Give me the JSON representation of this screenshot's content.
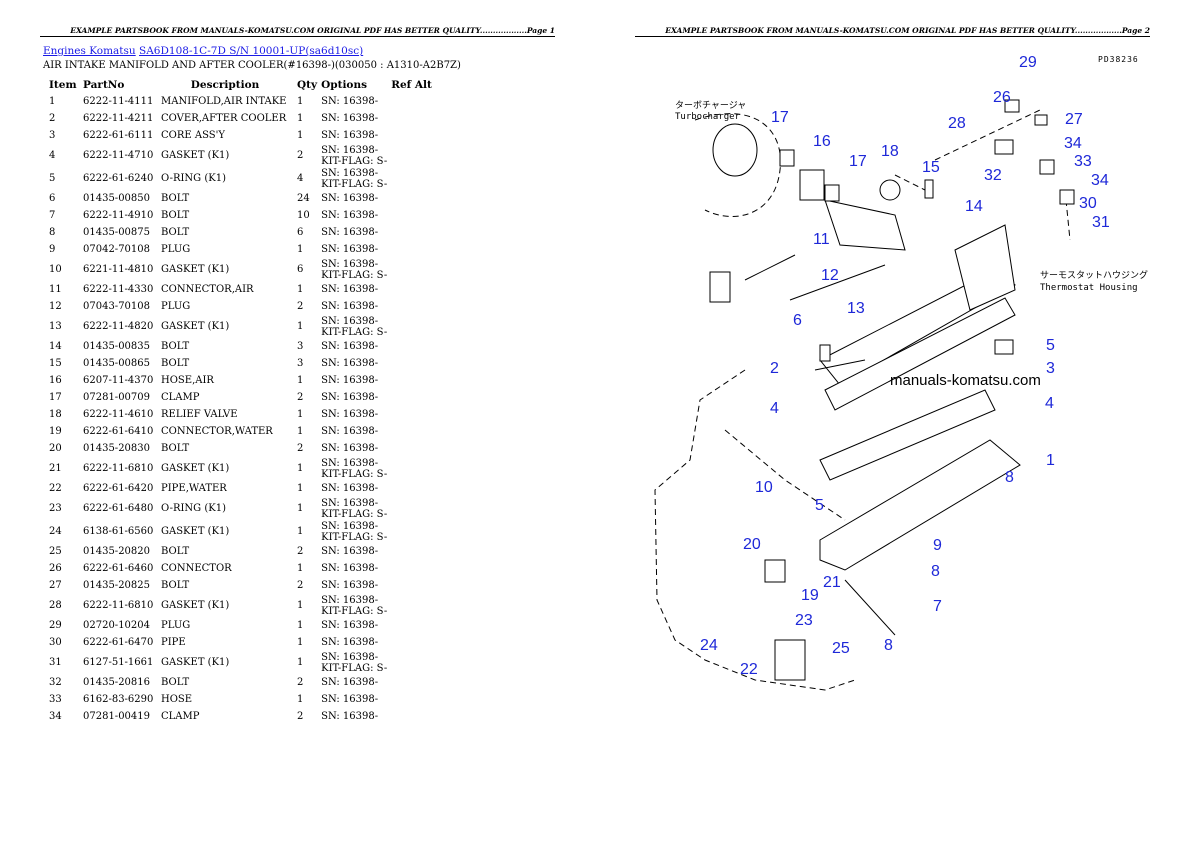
{
  "page1": {
    "header": "EXAMPLE PARTSBOOK FROM MANUALS-KOMATSU.COM ORIGINAL PDF HAS BETTER QUALITY..................Page 1",
    "breadcrumb": {
      "link1": "Engines Komatsu",
      "link2": "SA6D108-1C-7D S/N 10001-UP(sa6d10sc)"
    },
    "subtitle": "AIR INTAKE MANIFOLD AND AFTER COOLER(#16398-)(030050 : A1310-A2B7Z)",
    "columns": [
      "Item",
      "PartNo",
      "Description",
      "Qty",
      "Options",
      "Ref Alt"
    ],
    "rows": [
      {
        "item": "1",
        "part": "6222-11-4111",
        "desc": "MANIFOLD,AIR INTAKE",
        "qty": "1",
        "opt1": "SN: 16398-",
        "opt2": ""
      },
      {
        "item": "2",
        "part": "6222-11-4211",
        "desc": "COVER,AFTER COOLER",
        "qty": "1",
        "opt1": "SN: 16398-",
        "opt2": ""
      },
      {
        "item": "3",
        "part": "6222-61-6111",
        "desc": "CORE ASS'Y",
        "qty": "1",
        "opt1": "SN: 16398-",
        "opt2": ""
      },
      {
        "item": "4",
        "part": "6222-11-4710",
        "desc": "GASKET (K1)",
        "qty": "2",
        "opt1": "SN: 16398-",
        "opt2": "KIT-FLAG: S-"
      },
      {
        "item": "5",
        "part": "6222-61-6240",
        "desc": "O-RING (K1)",
        "qty": "4",
        "opt1": "SN: 16398-",
        "opt2": "KIT-FLAG: S-"
      },
      {
        "item": "6",
        "part": "01435-00850",
        "desc": "BOLT",
        "qty": "24",
        "opt1": "SN: 16398-",
        "opt2": ""
      },
      {
        "item": "7",
        "part": "6222-11-4910",
        "desc": "BOLT",
        "qty": "10",
        "opt1": "SN: 16398-",
        "opt2": ""
      },
      {
        "item": "8",
        "part": "01435-00875",
        "desc": "BOLT",
        "qty": "6",
        "opt1": "SN: 16398-",
        "opt2": ""
      },
      {
        "item": "9",
        "part": "07042-70108",
        "desc": "PLUG",
        "qty": "1",
        "opt1": "SN: 16398-",
        "opt2": ""
      },
      {
        "item": "10",
        "part": "6221-11-4810",
        "desc": "GASKET (K1)",
        "qty": "6",
        "opt1": "SN: 16398-",
        "opt2": "KIT-FLAG: S-"
      },
      {
        "item": "11",
        "part": "6222-11-4330",
        "desc": "CONNECTOR,AIR",
        "qty": "1",
        "opt1": "SN: 16398-",
        "opt2": ""
      },
      {
        "item": "12",
        "part": "07043-70108",
        "desc": "PLUG",
        "qty": "2",
        "opt1": "SN: 16398-",
        "opt2": ""
      },
      {
        "item": "13",
        "part": "6222-11-4820",
        "desc": "GASKET (K1)",
        "qty": "1",
        "opt1": "SN: 16398-",
        "opt2": "KIT-FLAG: S-"
      },
      {
        "item": "14",
        "part": "01435-00835",
        "desc": "BOLT",
        "qty": "3",
        "opt1": "SN: 16398-",
        "opt2": ""
      },
      {
        "item": "15",
        "part": "01435-00865",
        "desc": "BOLT",
        "qty": "3",
        "opt1": "SN: 16398-",
        "opt2": ""
      },
      {
        "item": "16",
        "part": "6207-11-4370",
        "desc": "HOSE,AIR",
        "qty": "1",
        "opt1": "SN: 16398-",
        "opt2": ""
      },
      {
        "item": "17",
        "part": "07281-00709",
        "desc": "CLAMP",
        "qty": "2",
        "opt1": "SN: 16398-",
        "opt2": ""
      },
      {
        "item": "18",
        "part": "6222-11-4610",
        "desc": "RELIEF VALVE",
        "qty": "1",
        "opt1": "SN: 16398-",
        "opt2": ""
      },
      {
        "item": "19",
        "part": "6222-61-6410",
        "desc": "CONNECTOR,WATER",
        "qty": "1",
        "opt1": "SN: 16398-",
        "opt2": ""
      },
      {
        "item": "20",
        "part": "01435-20830",
        "desc": "BOLT",
        "qty": "2",
        "opt1": "SN: 16398-",
        "opt2": ""
      },
      {
        "item": "21",
        "part": "6222-11-6810",
        "desc": "GASKET (K1)",
        "qty": "1",
        "opt1": "SN: 16398-",
        "opt2": "KIT-FLAG: S-"
      },
      {
        "item": "22",
        "part": "6222-61-6420",
        "desc": "PIPE,WATER",
        "qty": "1",
        "opt1": "SN: 16398-",
        "opt2": ""
      },
      {
        "item": "23",
        "part": "6222-61-6480",
        "desc": "O-RING (K1)",
        "qty": "1",
        "opt1": "SN: 16398-",
        "opt2": "KIT-FLAG: S-"
      },
      {
        "item": "24",
        "part": "6138-61-6560",
        "desc": "GASKET (K1)",
        "qty": "1",
        "opt1": "SN: 16398-",
        "opt2": "KIT-FLAG: S-"
      },
      {
        "item": "25",
        "part": "01435-20820",
        "desc": "BOLT",
        "qty": "2",
        "opt1": "SN: 16398-",
        "opt2": ""
      },
      {
        "item": "26",
        "part": "6222-61-6460",
        "desc": "CONNECTOR",
        "qty": "1",
        "opt1": "SN: 16398-",
        "opt2": ""
      },
      {
        "item": "27",
        "part": "01435-20825",
        "desc": "BOLT",
        "qty": "2",
        "opt1": "SN: 16398-",
        "opt2": ""
      },
      {
        "item": "28",
        "part": "6222-11-6810",
        "desc": "GASKET (K1)",
        "qty": "1",
        "opt1": "SN: 16398-",
        "opt2": "KIT-FLAG: S-"
      },
      {
        "item": "29",
        "part": "02720-10204",
        "desc": "PLUG",
        "qty": "1",
        "opt1": "SN: 16398-",
        "opt2": ""
      },
      {
        "item": "30",
        "part": "6222-61-6470",
        "desc": "PIPE",
        "qty": "1",
        "opt1": "SN: 16398-",
        "opt2": ""
      },
      {
        "item": "31",
        "part": "6127-51-1661",
        "desc": "GASKET (K1)",
        "qty": "1",
        "opt1": "SN: 16398-",
        "opt2": "KIT-FLAG: S-"
      },
      {
        "item": "32",
        "part": "01435-20816",
        "desc": "BOLT",
        "qty": "2",
        "opt1": "SN: 16398-",
        "opt2": ""
      },
      {
        "item": "33",
        "part": "6162-83-6290",
        "desc": "HOSE",
        "qty": "1",
        "opt1": "SN: 16398-",
        "opt2": ""
      },
      {
        "item": "34",
        "part": "07281-00419",
        "desc": "CLAMP",
        "qty": "2",
        "opt1": "SN: 16398-",
        "opt2": ""
      }
    ]
  },
  "page2": {
    "header": "EXAMPLE PARTSBOOK FROM MANUALS-KOMATSU.COM ORIGINAL PDF HAS BETTER QUALITY..................Page 2",
    "drawing_code": "PD38236",
    "watermark": "manuals-komatsu.com",
    "turbo_label_jp": "ターボチャージャ",
    "turbo_label_en": "Turbocharger",
    "thermo_label_jp": "サーモスタットハウジング",
    "thermo_label_en": "Thermostat Housing",
    "callouts": [
      "1",
      "2",
      "3",
      "4",
      "4",
      "5",
      "5",
      "6",
      "7",
      "8",
      "8",
      "8",
      "9",
      "10",
      "11",
      "12",
      "13",
      "14",
      "15",
      "16",
      "17",
      "17",
      "18",
      "19",
      "20",
      "21",
      "22",
      "23",
      "24",
      "25",
      "26",
      "27",
      "28",
      "29",
      "30",
      "31",
      "32",
      "33",
      "34",
      "34"
    ]
  }
}
